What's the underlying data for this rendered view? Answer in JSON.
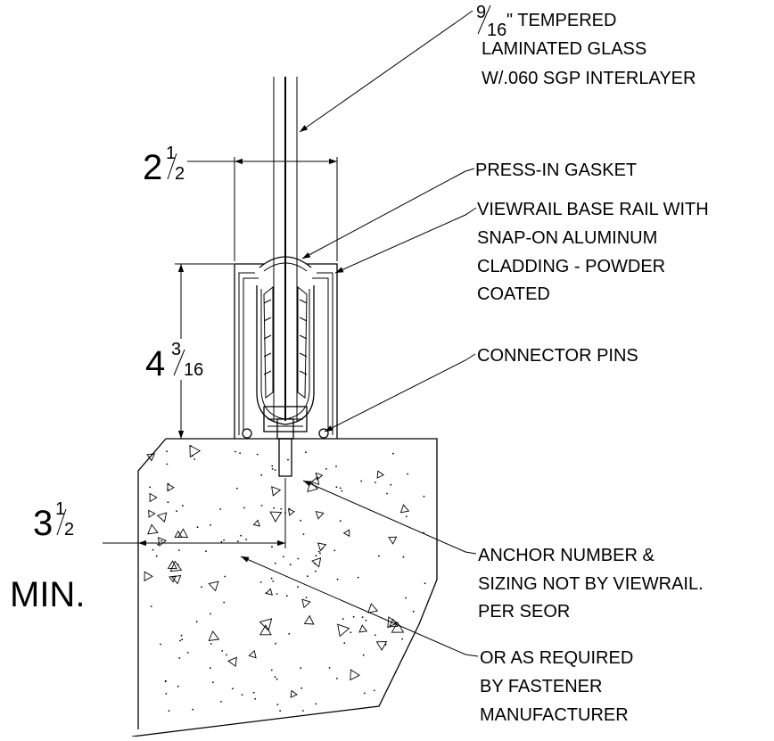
{
  "glass_note": {
    "fraction_num": "9",
    "fraction_den": "16",
    "line1_rest": "\" TEMPERED",
    "line2": "LAMINATED GLASS",
    "line3": "W/.060 SGP INTERLAYER"
  },
  "gasket_note": "PRESS-IN GASKET",
  "base_rail_note": {
    "line1": "VIEWRAIL BASE RAIL WITH",
    "line2": "SNAP-ON ALUMINUM",
    "line3": "CLADDING - POWDER",
    "line4": "COATED"
  },
  "connector_note": "CONNECTOR PINS",
  "anchor_note": {
    "line1": "ANCHOR NUMBER &",
    "line2": "SIZING NOT BY VIEWRAIL.",
    "line3": "PER SEOR"
  },
  "fastener_note": {
    "line1": "OR AS REQUIRED",
    "line2": "BY  FASTENER",
    "line3": "MANUFACTURER"
  },
  "dim_width": {
    "whole": "2",
    "num": "1",
    "den": "2"
  },
  "dim_height": {
    "whole": "4",
    "num": "3",
    "den": "16"
  },
  "dim_edge": {
    "whole": "3",
    "num": "1",
    "den": "2",
    "suffix": "MIN."
  },
  "colors": {
    "line": "#000000",
    "background": "#ffffff"
  }
}
